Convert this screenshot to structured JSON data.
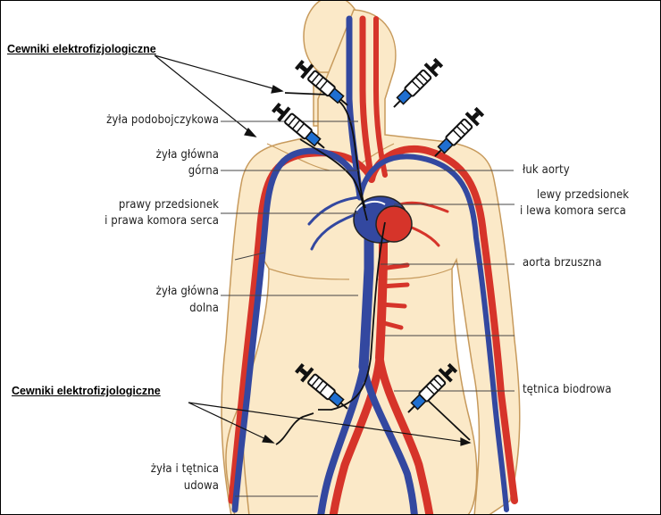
{
  "headings": {
    "top": "Cewniki elektrofizjologiczne",
    "bottom": "Cewniki elektrofizjologiczne"
  },
  "labels": {
    "subclavian_vein": "żyła podobojczykowa",
    "superior_vena_cava_1": "żyła główna",
    "superior_vena_cava_2": "górna",
    "right_heart_1": "prawy przedsionek",
    "right_heart_2": "i prawa komora serca",
    "inferior_vena_cava_1": "żyła główna",
    "inferior_vena_cava_2": "dolna",
    "femoral_1": "żyła i tętnica",
    "femoral_2": "udowa",
    "aortic_arch": "łuk aorty",
    "left_heart_1": "lewy przedsionek",
    "left_heart_2": "i lewa komora serca",
    "abdominal_aorta": "aorta brzuszna",
    "iliac_artery": "tętnica biodrowa"
  },
  "colors": {
    "artery": "#d6342a",
    "vein": "#3348a0",
    "skin": "#fbe9c8",
    "outline": "#c79a5c",
    "syringe_needle": "#1f6fd1"
  }
}
